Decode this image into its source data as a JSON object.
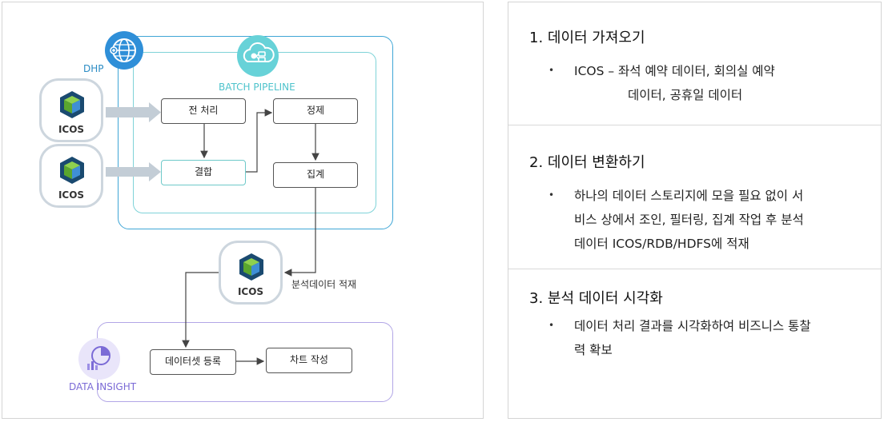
{
  "diagram": {
    "dhp_label": "DHP",
    "batch_label": "BATCH PIPELINE",
    "data_insight_label": "DATA INSIGHT",
    "icos_label": "ICOS",
    "nodes": {
      "preprocess": "전 처리",
      "refine": "정제",
      "join": "결합",
      "aggregate": "집계",
      "dataset_register": "데이터셋 등록",
      "chart_create": "차트 작성"
    },
    "store_label": "분석데이터 적재",
    "colors": {
      "dhp": "#2f8fd8",
      "batch": "#67d2d8",
      "data_insight": "#7b6bd6",
      "arrow_fat": "#c3cdd6"
    }
  },
  "steps": [
    {
      "title": "1. 데이터 가져오기",
      "lines": [
        "ICOS – 좌석 예약 데이터, 회의실 예약",
        "데이터, 공휴일 데이터"
      ]
    },
    {
      "title": "2. 데이터 변환하기",
      "lines": [
        "하나의 데이터 스토리지에 모을 필요 없이 서",
        "비스 상에서  조인, 필터링, 집계 작업 후 분석",
        "데이터 ICOS/RDB/HDFS에 적재"
      ]
    },
    {
      "title": "3. 분석 데이터 시각화",
      "lines": [
        "데이터 처리 결과를 시각화하여 비즈니스 통찰",
        "력 확보"
      ]
    }
  ],
  "bullet_symbol": "•"
}
